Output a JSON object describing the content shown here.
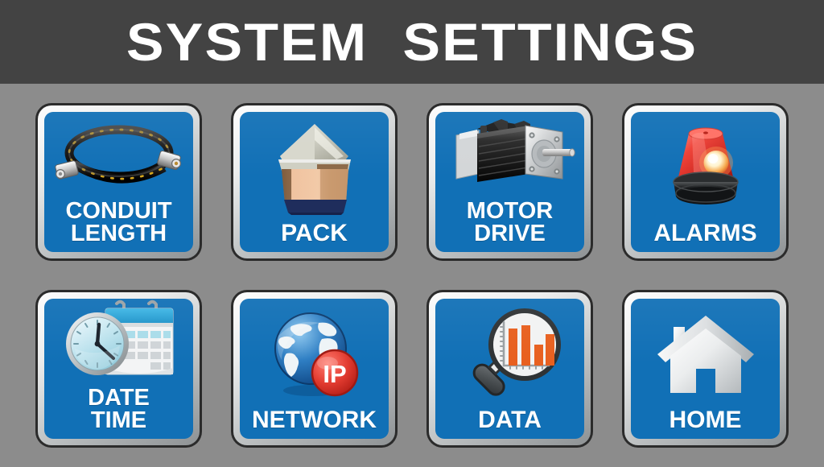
{
  "header": {
    "title": "SYSTEM  SETTINGS",
    "background_color": "#434343",
    "text_color": "#ffffff"
  },
  "theme": {
    "page_background": "#8c8c8c",
    "tile_face_color": "#1170b6",
    "tile_border_color": "#2b2b2b",
    "tile_bevel_light": "#fdfdfd",
    "tile_bevel_dark": "#8e9294",
    "label_color": "#ffffff",
    "accent_red": "#e03127",
    "accent_orange": "#e8601f"
  },
  "grid": {
    "columns": 4,
    "rows": 2,
    "buttons": [
      {
        "id": "conduit-length",
        "label": "CONDUIT\nLENGTH",
        "icon": "conduit-hose-icon",
        "row": 1,
        "col": 1
      },
      {
        "id": "pack",
        "label": "PACK",
        "icon": "pack-drum-icon",
        "row": 1,
        "col": 2
      },
      {
        "id": "motor-drive",
        "label": "MOTOR\nDRIVE",
        "icon": "servo-motor-icon",
        "row": 1,
        "col": 3
      },
      {
        "id": "alarms",
        "label": "ALARMS",
        "icon": "alarm-beacon-icon",
        "row": 1,
        "col": 4
      },
      {
        "id": "date-time",
        "label": "DATE\nTIME",
        "icon": "clock-calendar-icon",
        "row": 2,
        "col": 1
      },
      {
        "id": "network",
        "label": "NETWORK",
        "icon": "globe-ip-icon",
        "row": 2,
        "col": 2
      },
      {
        "id": "data",
        "label": "DATA",
        "icon": "magnifier-barchart-icon",
        "row": 2,
        "col": 3
      },
      {
        "id": "home",
        "label": "HOME",
        "icon": "house-icon",
        "row": 2,
        "col": 4
      }
    ]
  },
  "icons": {
    "network_badge_text": "IP",
    "data_chart": {
      "type": "bar",
      "bars": [
        92,
        100,
        52,
        78
      ],
      "bar_color": "#e8601f"
    },
    "date_time_clock": {
      "hour": 12,
      "minute": 20
    }
  }
}
